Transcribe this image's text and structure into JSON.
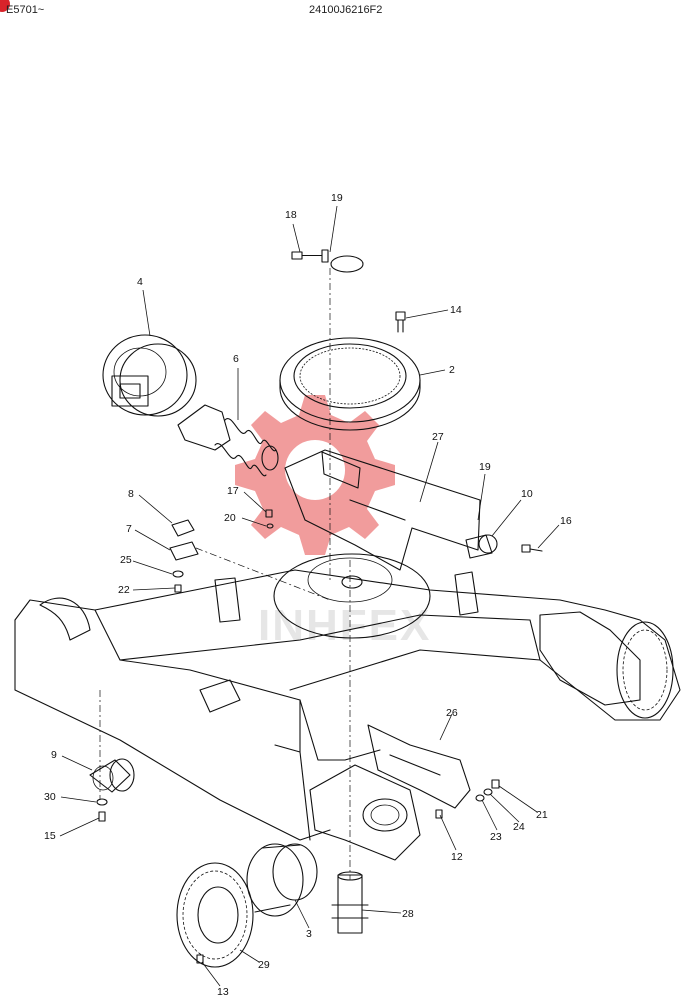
{
  "header": {
    "left": "E5701~",
    "center": "24100J6216F2"
  },
  "watermark": "INHFEX",
  "callouts": {
    "n2": "2",
    "n3": "3",
    "n4": "4",
    "n6": "6",
    "n7": "7",
    "n8": "8",
    "n9": "9",
    "n10": "10",
    "n12": "12",
    "n13": "13",
    "n14": "14",
    "n15": "15",
    "n16": "16",
    "n17": "17",
    "n18": "18",
    "n19a": "19",
    "n19b": "19",
    "n20": "20",
    "n21": "21",
    "n22": "22",
    "n23": "23",
    "n24": "24",
    "n25": "25",
    "n26": "26",
    "n27": "27",
    "n28": "28",
    "n29": "29",
    "n30": "30"
  },
  "colors": {
    "line": "#111111",
    "watermark": "#e64a4a",
    "header_dot": "#d8232a"
  }
}
